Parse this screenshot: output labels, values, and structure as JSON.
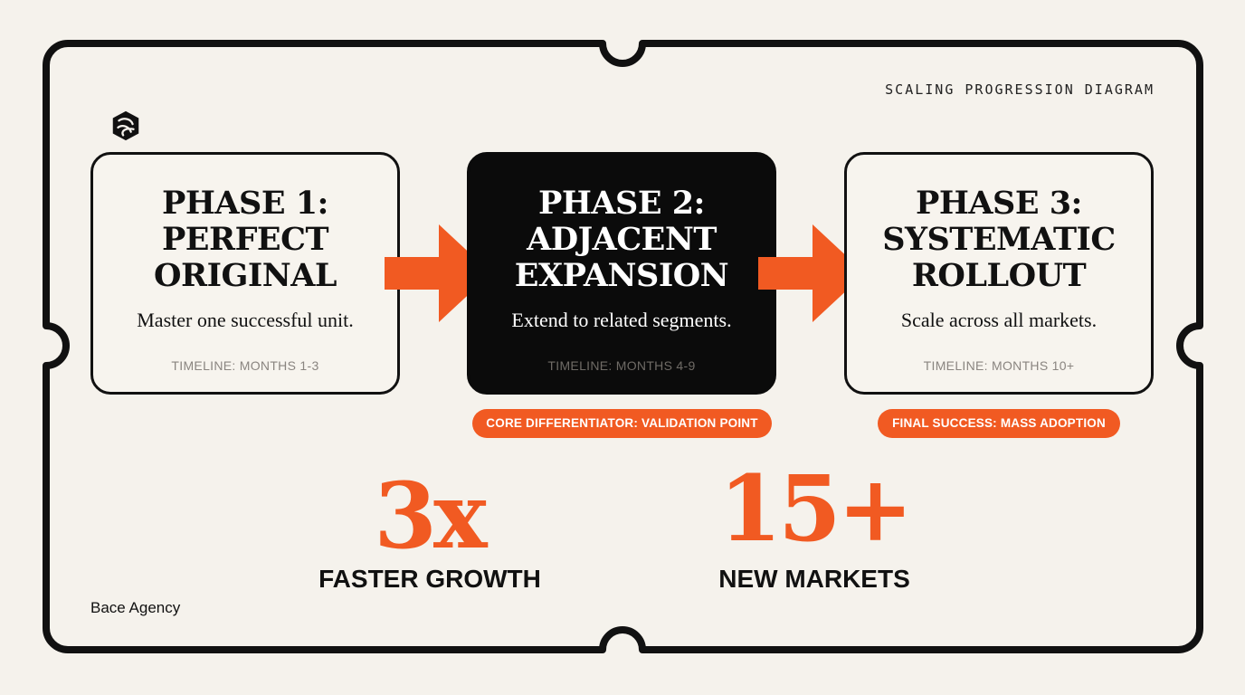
{
  "header": {
    "diagram_label": "SCALING PROGRESSION DIAGRAM"
  },
  "phases": [
    {
      "title": "PHASE 1:\nPERFECT\nORIGINAL",
      "description": "Master one successful unit.",
      "timeline": "TIMELINE: MONTHS 1-3"
    },
    {
      "title": "PHASE 2:\nADJACENT\nEXPANSION",
      "description": "Extend to related segments.",
      "timeline": "TIMELINE: MONTHS 4-9"
    },
    {
      "title": "PHASE 3:\nSYSTEMATIC\nROLLOUT",
      "description": "Scale across all markets.",
      "timeline": "TIMELINE: MONTHS 10+"
    }
  ],
  "callouts": {
    "phase2": "CORE DIFFERENTIATOR: VALIDATION POINT",
    "phase3": "FINAL SUCCESS: MASS ADOPTION"
  },
  "stats": [
    {
      "value": "3x",
      "label": "FASTER GROWTH"
    },
    {
      "value": "15+",
      "label": "NEW MARKETS"
    }
  ],
  "footer": {
    "agency": "Bace Agency"
  },
  "icons": {
    "logo": "cube-knot-logo-icon",
    "arrow": "arrow-right-icon"
  },
  "colors": {
    "accent": "#f15a22",
    "dark": "#0b0b0b",
    "background": "#f5f2ec",
    "muted_text": "#8a8580"
  }
}
